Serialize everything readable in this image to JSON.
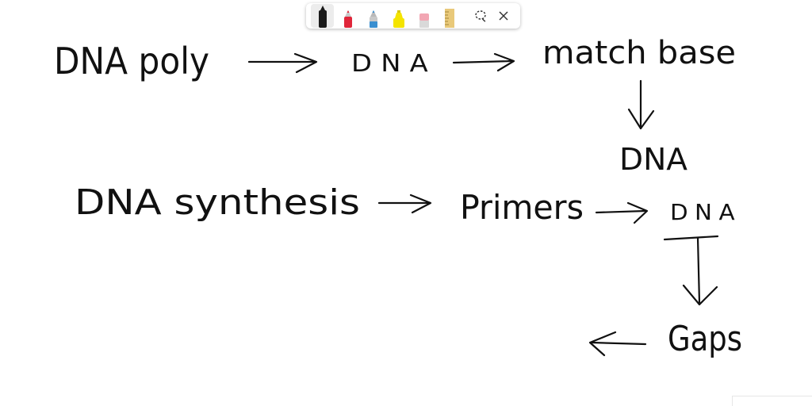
{
  "toolbar": {
    "tools": [
      {
        "name": "Black pen",
        "color": "#1a1a1a",
        "icon": "pen-icon",
        "selected": true
      },
      {
        "name": "Red pen",
        "color": "#e0263a",
        "icon": "pen-icon",
        "selected": false
      },
      {
        "name": "Blue pen",
        "color": "#3a8fd0",
        "icon": "pen-icon",
        "selected": false
      },
      {
        "name": "Highlighter",
        "color": "#f4e400",
        "icon": "highlighter-icon",
        "selected": false
      },
      {
        "name": "Eraser",
        "color": "#f2a6b3",
        "icon": "eraser-icon",
        "selected": false
      },
      {
        "name": "Ruler",
        "color": "#e9c97a",
        "icon": "ruler-icon",
        "selected": false
      }
    ],
    "lasso_icon": "lasso-select-icon",
    "close_icon": "close-icon"
  },
  "canvas": {
    "labels": {
      "dna_poly": "DNA poly",
      "dna_top": "DNA",
      "match_base": "match base",
      "dna_right": "DNA",
      "dna_synthesis": "DNA synthesis",
      "primers": "Primers",
      "dna_mid": "DNA",
      "gaps": "Gaps"
    }
  }
}
